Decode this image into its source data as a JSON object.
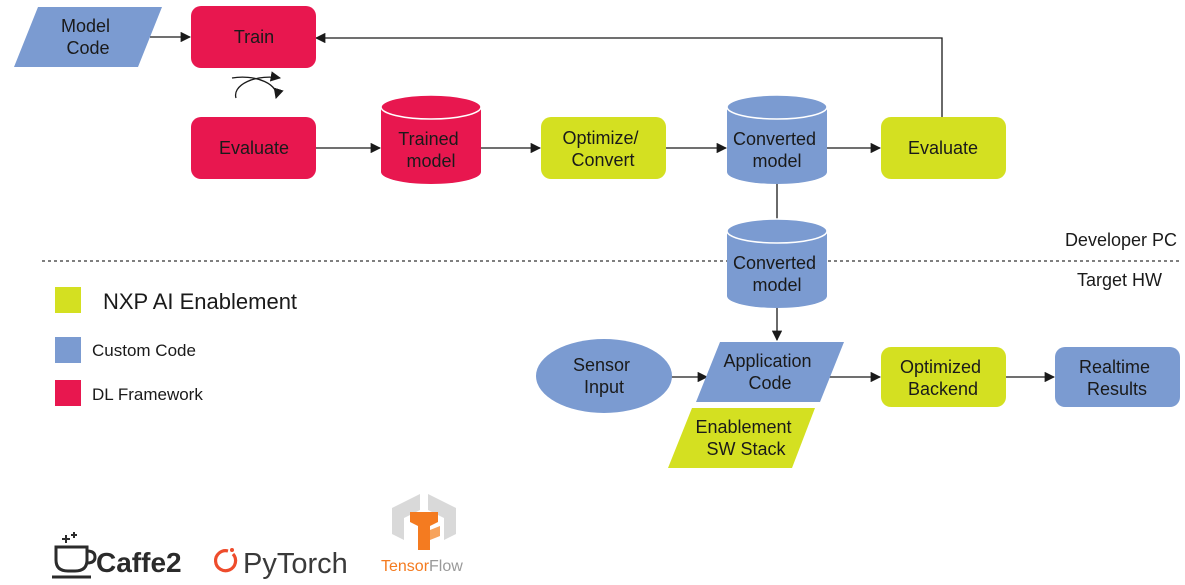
{
  "colors": {
    "nxp": "#d4e021",
    "custom": "#7b9bd1",
    "dl": "#e8174f",
    "line": "#1a1a1a",
    "pytorch": "#ee4c2c",
    "tensorflow": "#f47b20"
  },
  "nodes": {
    "model_code": [
      "Model",
      "Code"
    ],
    "train": [
      "Train"
    ],
    "evaluate_left": [
      "Evaluate"
    ],
    "trained_model": [
      "Trained",
      "model"
    ],
    "optimize_convert": [
      "Optimize/",
      "Convert"
    ],
    "converted_model_top": [
      "Converted",
      "model"
    ],
    "evaluate_right": [
      "Evaluate"
    ],
    "converted_model_bottom": [
      "Converted",
      "model"
    ],
    "sensor_input": [
      "Sensor",
      "Input"
    ],
    "application_code": [
      "Application",
      "Code"
    ],
    "optimized_backend": [
      "Optimized",
      "Backend"
    ],
    "realtime_results": [
      "Realtime",
      "Results"
    ],
    "enablement_stack": [
      "Enablement",
      "SW Stack"
    ]
  },
  "sections": {
    "developer_pc": "Developer PC",
    "target_hw": "Target HW"
  },
  "legend": {
    "nxp": "NXP AI Enablement",
    "custom": "Custom Code",
    "dl": "DL Framework"
  },
  "logos": {
    "caffe2": "Caffe2",
    "pytorch": "PyTorch",
    "tensorflow_a": "Tensor",
    "tensorflow_b": "Flow"
  },
  "icons": [
    "cycle-arrows-icon",
    "coffee-cup-icon",
    "pytorch-flame-icon",
    "tensorflow-logo-icon"
  ]
}
